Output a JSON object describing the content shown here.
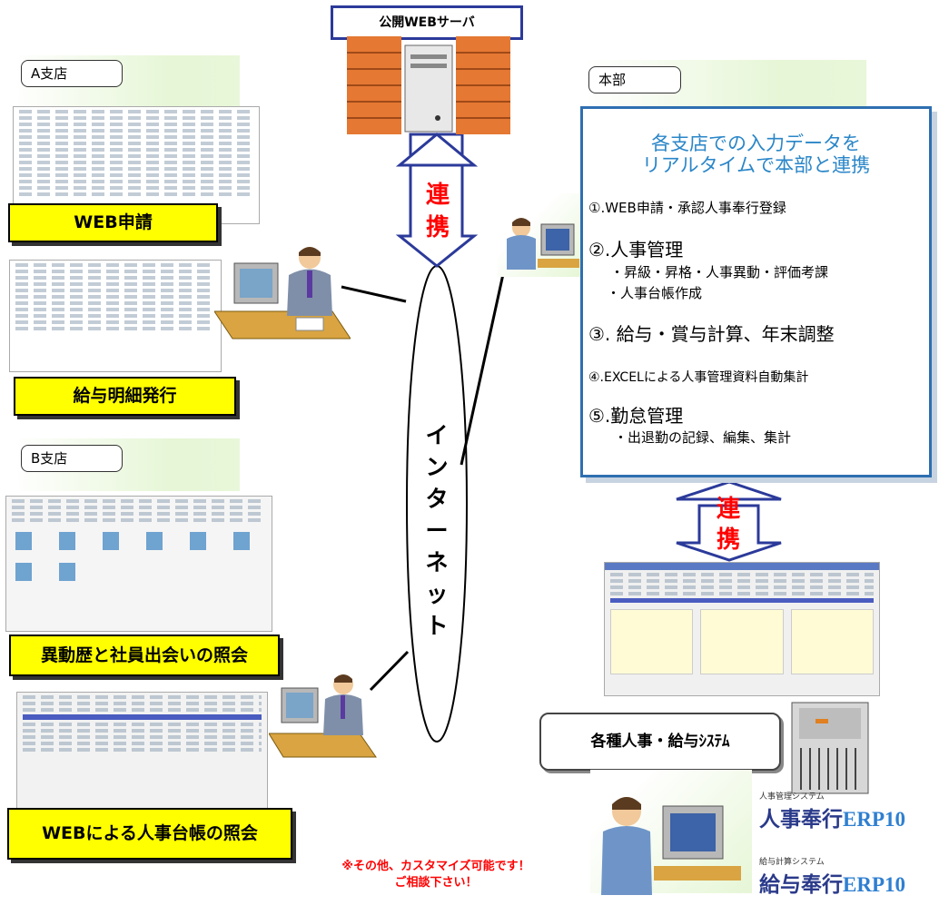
{
  "server": {
    "label": "公開WEBサーバ"
  },
  "branch_a": {
    "label": "A支店",
    "web_apply": "WEB申請",
    "payslip": "給与明細発行"
  },
  "branch_b": {
    "label": "B支店",
    "history": "異動歴と社員出会いの照会",
    "ledger": "WEBによる人事台帳の照会"
  },
  "hq": {
    "label": "本部",
    "headline_1": "各支店での入力データを",
    "headline_2": "リアルタイムで本部と連携",
    "items": [
      "①.WEB申請・承認人事奉行登録",
      "②.人事管理",
      "・昇級・昇格・人事異動・評価考課",
      "・人事台帳作成",
      "③. 給与・賞与計算、年末調整",
      "④.EXCELによる人事管理資料自動集計",
      "⑤.勤怠管理",
      "・出退勤の記録、編集、集計"
    ]
  },
  "link": {
    "char1": "連",
    "char2": "携"
  },
  "internet": {
    "chars": [
      "イ",
      "ン",
      "タ",
      "ー",
      "ネ",
      "ッ",
      "ト"
    ]
  },
  "systems": {
    "label": "各種人事・給与ｼｽﾃﾑ"
  },
  "logos": {
    "jinji_sub": "人事管理システム",
    "jinji": "人事奉行",
    "kyuyo_sub": "給与計算システム",
    "kyuyo": "給与奉行",
    "erp": "ERP10"
  },
  "note": {
    "line1": "※その他、カスタマイズ可能です！",
    "line2": "ご相談下さい！"
  },
  "colors": {
    "accent_blue": "#2e6fb0",
    "highlight": "#ffff00",
    "note_red": "#ff0000",
    "arrow_fill": "#ffffff",
    "arrow_stroke": "#2b3a9a"
  }
}
